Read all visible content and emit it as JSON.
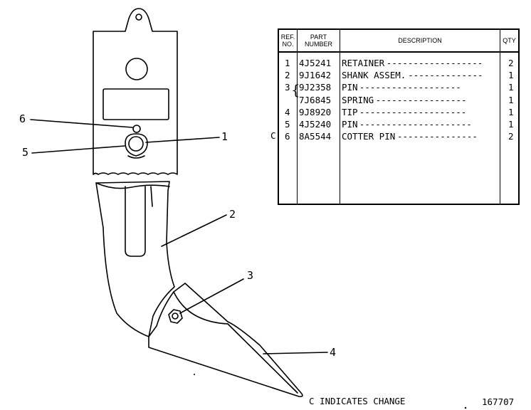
{
  "table": {
    "headers": {
      "ref": "REF. NO.",
      "part": "PART NUMBER",
      "desc": "DESCRIPTION",
      "qty": "QTY"
    },
    "rows": [
      {
        "ref": "1",
        "part": "4J5241",
        "desc": "RETAINER",
        "dashes": "------------------",
        "qty": "2",
        "change": "",
        "brace": ""
      },
      {
        "ref": "2",
        "part": "9J1642",
        "desc": "SHANK ASSEM.",
        "dashes": "--------------",
        "qty": "1",
        "change": "",
        "brace": ""
      },
      {
        "ref": "3",
        "part": "9J2358",
        "desc": "PIN",
        "dashes": "-------------------",
        "qty": "1",
        "change": "",
        "brace": "{"
      },
      {
        "ref": "",
        "part": "7J6845",
        "desc": "SPRING",
        "dashes": "-----------------",
        "qty": "1",
        "change": "",
        "brace": ""
      },
      {
        "ref": "4",
        "part": "9J8920",
        "desc": "TIP",
        "dashes": "--------------------",
        "qty": "1",
        "change": "",
        "brace": ""
      },
      {
        "ref": "5",
        "part": "4J5240",
        "desc": "PIN",
        "dashes": "---------------------",
        "qty": "1",
        "change": "",
        "brace": ""
      },
      {
        "ref": "6",
        "part": "8A5544",
        "desc": "COTTER PIN",
        "dashes": "---------------",
        "qty": "2",
        "change": "C",
        "brace": ""
      }
    ]
  },
  "callouts": {
    "c1": "1",
    "c2": "2",
    "c3": "3",
    "c4": "4",
    "c5": "5",
    "c6": "6"
  },
  "footnote": "C INDICATES CHANGE",
  "plate_number": "167707"
}
